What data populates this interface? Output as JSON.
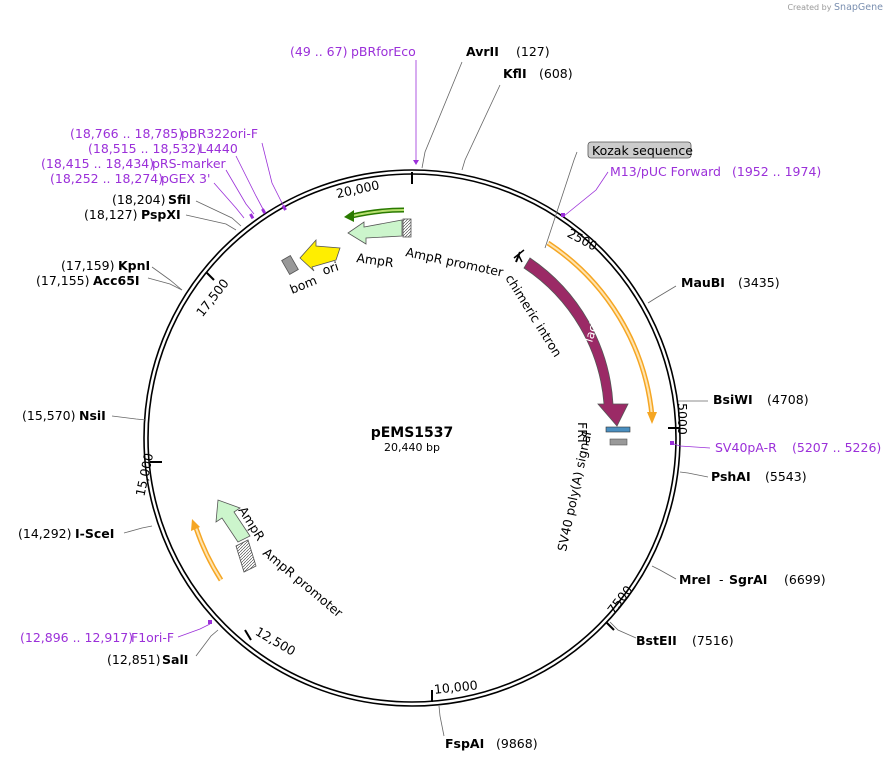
{
  "credit": {
    "prefix": "Created by",
    "brand": "SnapGene"
  },
  "plasmid": {
    "name": "pEMS1537",
    "length_label": "20,440 bp"
  },
  "tick_labels": [
    "20,000",
    "2500",
    "5000",
    "7500",
    "10,000",
    "12,500",
    "15,000",
    "17,500"
  ],
  "sites": [
    {
      "name": "AvrII",
      "pos": "(127)"
    },
    {
      "name": "KflI",
      "pos": "(608)"
    },
    {
      "name": "MauBI",
      "pos": "(3435)"
    },
    {
      "name": "BsiWI",
      "pos": "(4708)"
    },
    {
      "name": "PshAI",
      "pos": "(5543)"
    },
    {
      "name": "MreI",
      "sep": "-",
      "name2": "SgrAI",
      "pos": "(6699)"
    },
    {
      "name": "BstEII",
      "pos": "(7516)"
    },
    {
      "name": "FspAI",
      "pos": "(9868)"
    },
    {
      "name": "SalI",
      "pos": "(12,851)"
    },
    {
      "name": "I-SceI",
      "pos": "(14,292)"
    },
    {
      "name": "NsiI",
      "pos": "(15,570)"
    },
    {
      "name": "Acc65I",
      "pos": "(17,155)"
    },
    {
      "name": "KpnI",
      "pos": "(17,159)"
    },
    {
      "name": "PspXI",
      "pos": "(18,127)"
    },
    {
      "name": "SfiI",
      "pos": "(18,204)"
    }
  ],
  "primers": [
    {
      "name": "pBRforEco",
      "range": "(49 .. 67)"
    },
    {
      "name": "pBR322ori-F",
      "range": "(18,766 .. 18,785)"
    },
    {
      "name": "L4440",
      "range": "(18,515 .. 18,532)"
    },
    {
      "name": "pRS-marker",
      "range": "(18,415 .. 18,434)"
    },
    {
      "name": "pGEX 3'",
      "range": "(18,252 .. 18,274)"
    },
    {
      "name": "M13/pUC Forward",
      "range": "(1952 .. 1974)"
    },
    {
      "name": "SV40pA-R",
      "range": "(5207 .. 5226)"
    },
    {
      "name": "F1ori-F",
      "range": "(12,896 .. 12,917)"
    }
  ],
  "kozak_label": "Kozak sequence",
  "features": {
    "ampr_promoter_top": "AmpR promoter",
    "ampr_top": "AmpR",
    "ori": "ori",
    "bom": "bom",
    "chimeric_intron": "chimeric intron",
    "lacz": "lacZ",
    "frt": "FRT",
    "sv40": "SV40 poly(A) signal",
    "ampr_bottom": "AmpR",
    "ampr_promoter_bottom": "AmpR promoter"
  },
  "colors": {
    "primer": "#9b30d9",
    "lacz": "#9b2a66",
    "ampr": "#ccf5cc",
    "ori": "#ffee00",
    "bom": "#999999",
    "orf_outline": "#f5a623",
    "kozak_bg": "#cccccc"
  }
}
